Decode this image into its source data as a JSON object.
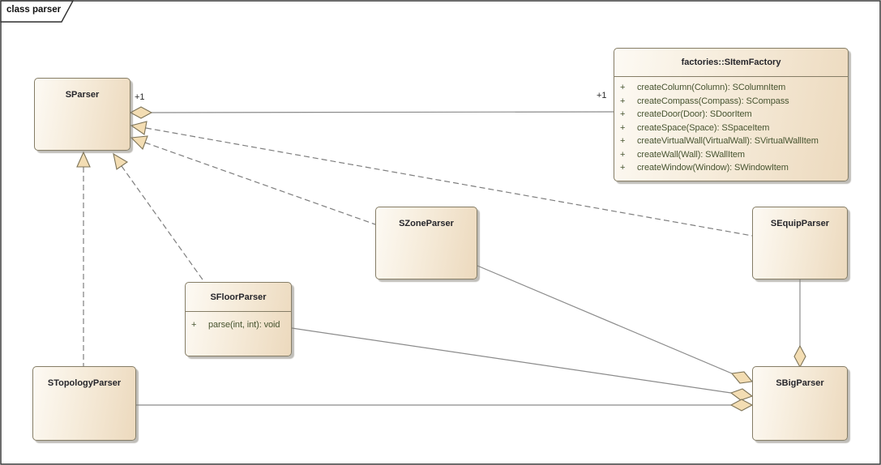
{
  "frame": {
    "title": "class parser"
  },
  "colors": {
    "box_fill_light": "#FDFAF4",
    "box_fill_dark": "#ECD9BD",
    "box_border": "#857D66",
    "connector_solid": "#8B8B8B",
    "connector_dashed": "#7E7E7E",
    "arrowhead_fill": "#F3DDB3",
    "class_name_text": "#26262B",
    "operation_text": "#475430",
    "frame_border": "#2E2E2E"
  },
  "classes": {
    "sparser": {
      "name": "SParser"
    },
    "item_factory": {
      "name": "factories::SItemFactory",
      "methods": [
        {
          "vis": "+",
          "sig": "createColumn(Column): SColumnItem"
        },
        {
          "vis": "+",
          "sig": "createCompass(Compass): SCompass"
        },
        {
          "vis": "+",
          "sig": "createDoor(Door): SDoorItem"
        },
        {
          "vis": "+",
          "sig": "createSpace(Space): SSpaceItem"
        },
        {
          "vis": "+",
          "sig": "createVirtualWall(VirtualWall): SVirtualWallItem"
        },
        {
          "vis": "+",
          "sig": "createWall(Wall): SWallItem"
        },
        {
          "vis": "+",
          "sig": "createWindow(Window): SWindowItem"
        }
      ]
    },
    "szone_parser": {
      "name": "SZoneParser"
    },
    "sequip_parser": {
      "name": "SEquipParser"
    },
    "sfloor_parser": {
      "name": "SFloorParser",
      "methods": [
        {
          "vis": "+",
          "sig": "parse(int, int): void"
        }
      ]
    },
    "stopology_parser": {
      "name": "STopologyParser"
    },
    "sbig_parser": {
      "name": "SBigParser"
    }
  },
  "labels": {
    "sparser_multiplicity": "+1",
    "factory_multiplicity": "+1"
  },
  "relationships": [
    {
      "type": "aggregation",
      "from": "SParser",
      "to": "factories::SItemFactory",
      "diamond_at": "SParser",
      "style": "solid",
      "from_label": "+1",
      "to_label": "+1"
    },
    {
      "type": "realization",
      "from": "SEquipParser",
      "to": "SParser",
      "style": "dashed"
    },
    {
      "type": "realization",
      "from": "SZoneParser",
      "to": "SParser",
      "style": "dashed"
    },
    {
      "type": "realization",
      "from": "STopologyParser",
      "to": "SParser",
      "style": "dashed"
    },
    {
      "type": "realization",
      "from": "SFloorParser",
      "to": "SParser",
      "style": "dashed"
    },
    {
      "type": "aggregation",
      "from": "SZoneParser",
      "to": "SBigParser",
      "diamond_at": "SBigParser",
      "style": "solid"
    },
    {
      "type": "aggregation",
      "from": "SFloorParser",
      "to": "SBigParser",
      "diamond_at": "SBigParser",
      "style": "solid"
    },
    {
      "type": "aggregation",
      "from": "STopologyParser",
      "to": "SBigParser",
      "diamond_at": "SBigParser",
      "style": "solid"
    },
    {
      "type": "aggregation",
      "from": "SEquipParser",
      "to": "SBigParser",
      "diamond_at": "SBigParser",
      "style": "solid"
    }
  ]
}
